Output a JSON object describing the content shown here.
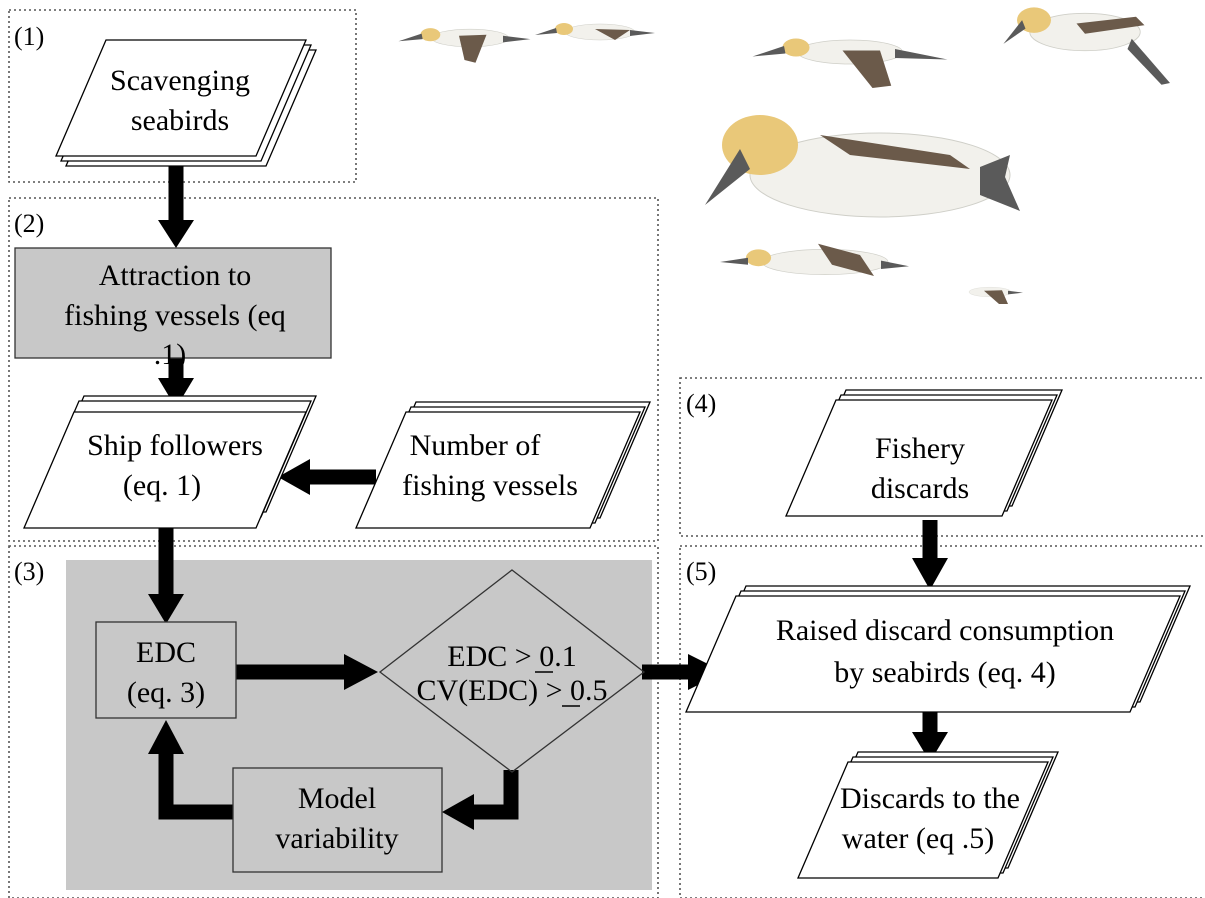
{
  "sections": [
    {
      "label": "(1)"
    },
    {
      "label": "(2)"
    },
    {
      "label": "(3)"
    },
    {
      "label": "(4)"
    },
    {
      "label": "(5)"
    }
  ],
  "nodes": {
    "scavenging_seabirds": [
      "Scavenging",
      "seabirds"
    ],
    "attraction": [
      "Attraction to",
      "fishing vessels (eq",
      ".1)"
    ],
    "ship_followers": [
      "Ship followers",
      "(eq. 1)"
    ],
    "num_vessels": [
      "Number of",
      "fishing vessels"
    ],
    "fishery_discards": [
      "Fishery",
      "discards"
    ],
    "edc": [
      "EDC",
      "(eq. 3)"
    ],
    "condition": [
      "EDC > 0.1",
      "CV(EDC) > 0.5"
    ],
    "model_variability": [
      "Model",
      "variability"
    ],
    "raised_consumption": [
      "Raised discard consumption",
      "by seabirds (eq. 4)"
    ],
    "discards_water": [
      "Discards to the",
      "water (eq .5)"
    ]
  },
  "colors": {
    "shaded_fill": "#c8c8c8",
    "arrow": "#000000",
    "bird_body": "#f2f1ec",
    "bird_wing": "#6b5a4a",
    "bird_head": "#e9c879"
  },
  "illustration": "northern-gannets-in-flight"
}
